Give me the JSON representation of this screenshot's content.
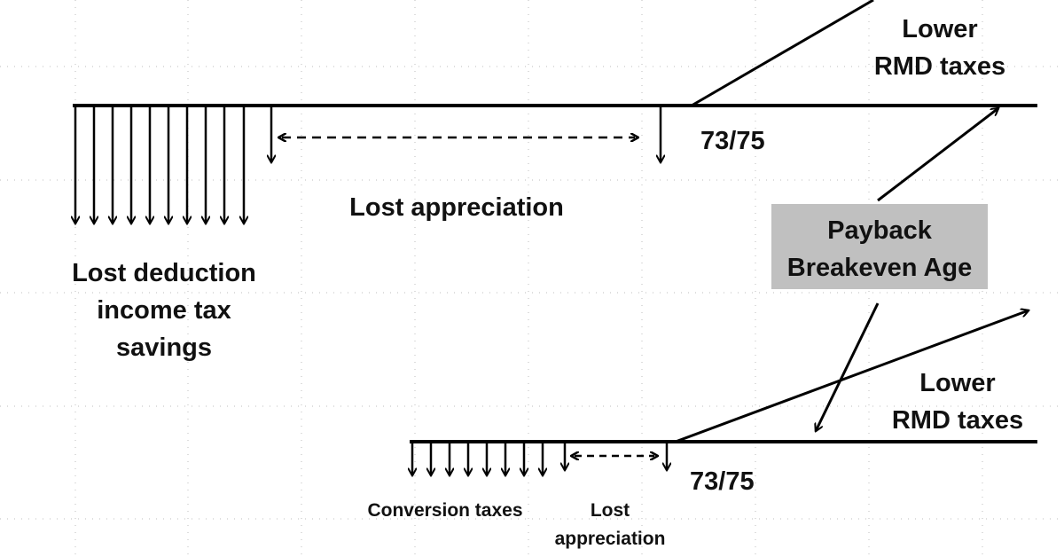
{
  "colors": {
    "ink": "#000000",
    "text": "#111111",
    "box_fill": "#c0c0c0",
    "grid": "#bdbdbd",
    "background": "#ffffff"
  },
  "top_timeline": {
    "rmd_label_line1": "Lower",
    "rmd_label_line2": "RMD taxes",
    "age_label": "73/75",
    "lost_appreciation_label": "Lost appreciation",
    "lost_deduction_line1": "Lost deduction",
    "lost_deduction_line2": "income tax",
    "lost_deduction_line3": "savings"
  },
  "payback_box": {
    "line1": "Payback",
    "line2": "Breakeven Age"
  },
  "bottom_timeline": {
    "rmd_label_line1": "Lower",
    "rmd_label_line2": "RMD taxes",
    "age_label": "73/75",
    "conversion_taxes_label": "Conversion taxes",
    "lost_appreciation_line1": "Lost",
    "lost_appreciation_line2": "appreciation"
  }
}
